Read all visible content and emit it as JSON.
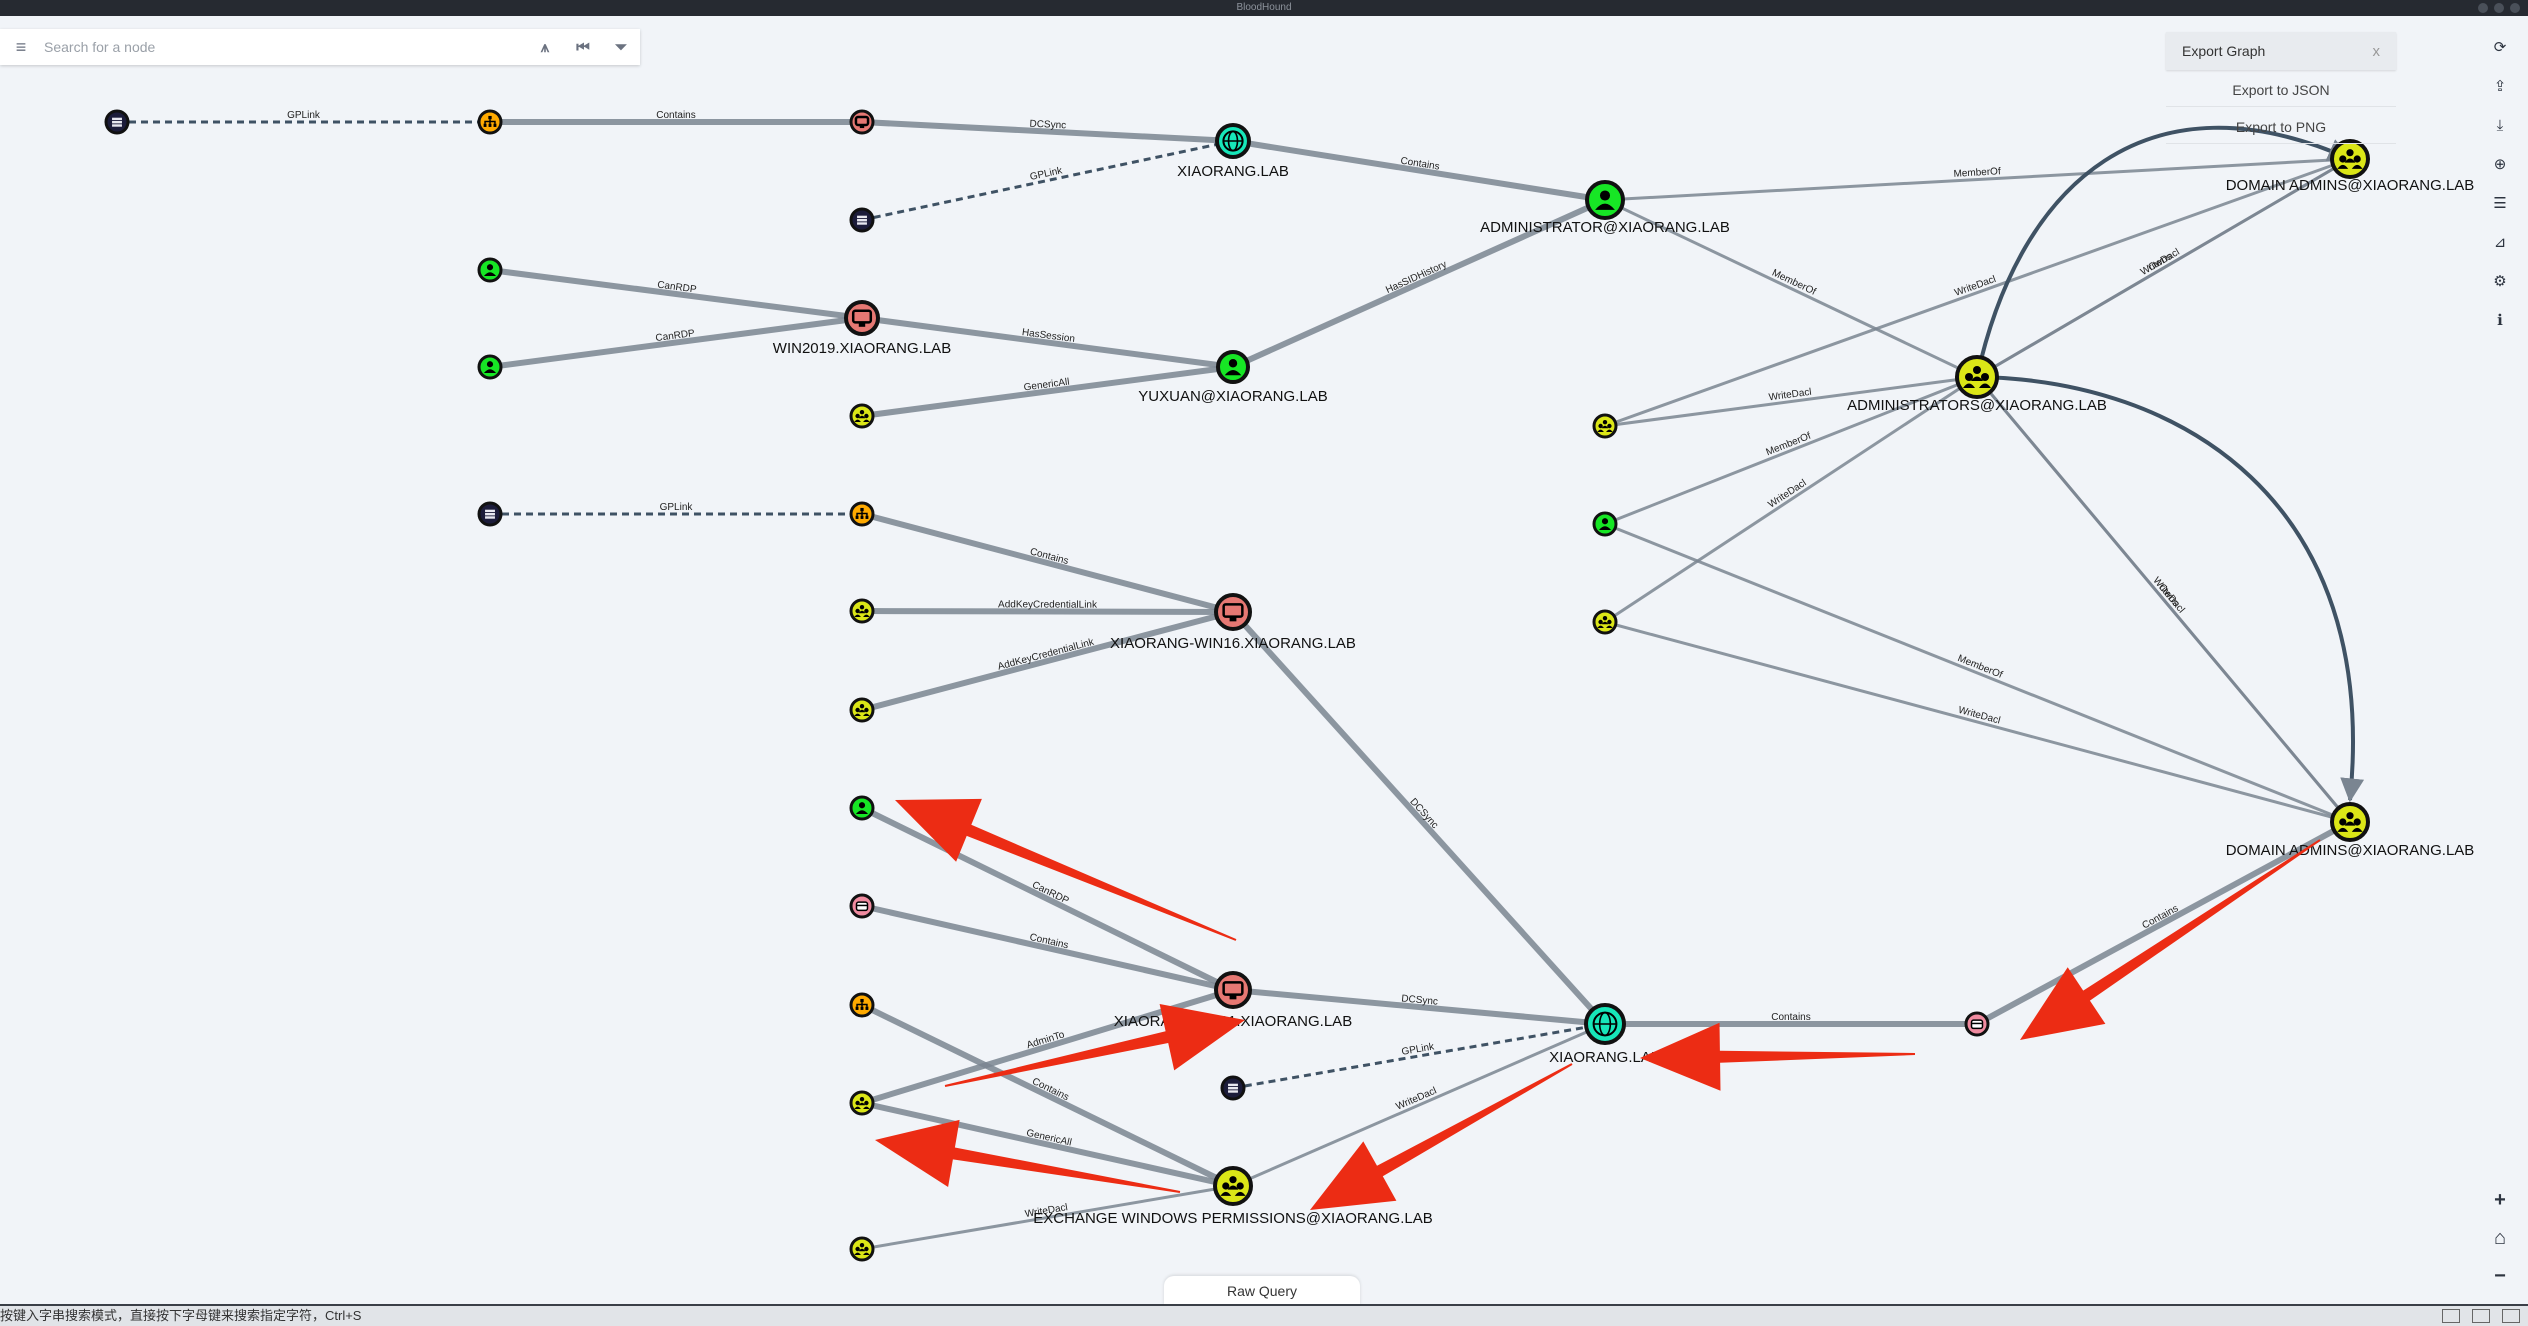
{
  "window": {
    "title": "BloodHound"
  },
  "search": {
    "placeholder": "Search for a node"
  },
  "export": {
    "title": "Export Graph",
    "close": "x",
    "json": "Export to JSON",
    "png": "Export to PNG"
  },
  "raw_query": "Raw Query",
  "status_text": "按键入字串搜索模式，直接按下字母键来搜索指定字符，Ctrl+S",
  "colors": {
    "user": "#17e625",
    "group": "#dbe617",
    "computer": "#e67873",
    "domain": "#17e6b9",
    "gpo": "#998e8e",
    "ou": "#ffaa00",
    "container": "#f79ff6",
    "edge": "#7a8591",
    "arrow": "#ec2c14"
  },
  "nodes": [
    {
      "id": "g1",
      "type": "gpo",
      "label": ""
    },
    {
      "id": "ou1",
      "type": "ou",
      "label": ""
    },
    {
      "id": "c1",
      "type": "computer",
      "label": ""
    },
    {
      "id": "g2",
      "type": "gpo",
      "label": ""
    },
    {
      "id": "dom1",
      "type": "domain",
      "label": "XIAORANG.LAB"
    },
    {
      "id": "admin",
      "type": "user",
      "label": "ADMINISTRATOR@XIAORANG.LAB"
    },
    {
      "id": "da1",
      "type": "group",
      "label": "DOMAIN ADMINS@XIAORANG.LAB"
    },
    {
      "id": "u1",
      "type": "user",
      "label": ""
    },
    {
      "id": "u2",
      "type": "user",
      "label": ""
    },
    {
      "id": "win2019",
      "type": "computer",
      "label": "WIN2019.XIAORANG.LAB"
    },
    {
      "id": "yuxuan",
      "type": "user",
      "label": "YUXUAN@XIAORANG.LAB"
    },
    {
      "id": "grp1",
      "type": "group",
      "label": ""
    },
    {
      "id": "admins",
      "type": "group",
      "label": "ADMINISTRATORS@XIAORANG.LAB"
    },
    {
      "id": "grpR1",
      "type": "group",
      "label": ""
    },
    {
      "id": "uR1",
      "type": "user",
      "label": ""
    },
    {
      "id": "grpR2",
      "type": "group",
      "label": ""
    },
    {
      "id": "g3",
      "type": "gpo",
      "label": ""
    },
    {
      "id": "ou2",
      "type": "ou",
      "label": ""
    },
    {
      "id": "grp2",
      "type": "group",
      "label": ""
    },
    {
      "id": "win16",
      "type": "computer",
      "label": "XIAORANG-WIN16.XIAORANG.LAB"
    },
    {
      "id": "grp3",
      "type": "group",
      "label": ""
    },
    {
      "id": "da2",
      "type": "group",
      "label": "DOMAIN ADMINS@XIAORANG.LAB"
    },
    {
      "id": "u3",
      "type": "user",
      "label": ""
    },
    {
      "id": "cont1",
      "type": "container",
      "label": ""
    },
    {
      "id": "ou3",
      "type": "ou",
      "label": ""
    },
    {
      "id": "grp4",
      "type": "group",
      "label": ""
    },
    {
      "id": "grp5",
      "type": "group",
      "label": ""
    },
    {
      "id": "dc",
      "type": "computer",
      "label": "XIAORANG-DC01.XIAORANG.LAB"
    },
    {
      "id": "dom2",
      "type": "domain",
      "label": "XIAORANG.LAB"
    },
    {
      "id": "g4",
      "type": "gpo",
      "label": ""
    },
    {
      "id": "ewp",
      "type": "group",
      "label": "EXCHANGE WINDOWS PERMISSIONS@XIAORANG.LAB"
    },
    {
      "id": "cont2",
      "type": "container",
      "label": ""
    }
  ],
  "edges": [
    {
      "from": "g1",
      "to": "ou1",
      "label": "GPLink",
      "dashed": true
    },
    {
      "from": "ou1",
      "to": "c1",
      "label": "Contains"
    },
    {
      "from": "c1",
      "to": "dom1",
      "label": "DCSync"
    },
    {
      "from": "g2",
      "to": "dom1",
      "label": "GPLink",
      "dashed": true
    },
    {
      "from": "dom1",
      "to": "admin",
      "label": "Contains"
    },
    {
      "from": "admin",
      "to": "da1",
      "label": "MemberOf"
    },
    {
      "from": "admin",
      "to": "admins",
      "label": "MemberOf"
    },
    {
      "from": "u1",
      "to": "win2019",
      "label": "CanRDP"
    },
    {
      "from": "u2",
      "to": "win2019",
      "label": "CanRDP"
    },
    {
      "from": "win2019",
      "to": "yuxuan",
      "label": "HasSession"
    },
    {
      "from": "grp1",
      "to": "yuxuan",
      "label": "GenericAll"
    },
    {
      "from": "yuxuan",
      "to": "admin",
      "label": "HasSIDHistory"
    },
    {
      "from": "admins",
      "to": "da1",
      "label": "WriteDacl"
    },
    {
      "from": "admins",
      "to": "da1",
      "label": "Owns"
    },
    {
      "from": "grpR1",
      "to": "da1",
      "label": "WriteDacl"
    },
    {
      "from": "grpR1",
      "to": "admins",
      "label": "WriteDacl"
    },
    {
      "from": "uR1",
      "to": "admins",
      "label": "MemberOf"
    },
    {
      "from": "grpR2",
      "to": "admins",
      "label": "WriteDacl"
    },
    {
      "from": "uR1",
      "to": "da2",
      "label": "MemberOf"
    },
    {
      "from": "grpR2",
      "to": "da2",
      "label": "WriteDacl"
    },
    {
      "from": "admins",
      "to": "da2",
      "label": "WriteDacl"
    },
    {
      "from": "admins",
      "to": "da2",
      "label": "Owns"
    },
    {
      "from": "g3",
      "to": "ou2",
      "label": "GPLink",
      "dashed": true
    },
    {
      "from": "ou2",
      "to": "win16",
      "label": "Contains"
    },
    {
      "from": "grp2",
      "to": "win16",
      "label": "AddKeyCredentialLink"
    },
    {
      "from": "grp3",
      "to": "win16",
      "label": "AddKeyCredentialLink"
    },
    {
      "from": "win16",
      "to": "dom2",
      "label": "DCSync"
    },
    {
      "from": "u3",
      "to": "dc",
      "label": "CanRDP"
    },
    {
      "from": "cont1",
      "to": "dc",
      "label": "Contains"
    },
    {
      "from": "grp4",
      "to": "dc",
      "label": "AdminTo"
    },
    {
      "from": "ou3",
      "to": "ewp",
      "label": "Contains"
    },
    {
      "from": "grp4",
      "to": "ewp",
      "label": "GenericAll"
    },
    {
      "from": "grp5",
      "to": "ewp",
      "label": "WriteDacl"
    },
    {
      "from": "dc",
      "to": "dom2",
      "label": "DCSync"
    },
    {
      "from": "g4",
      "to": "dom2",
      "label": "GPLink",
      "dashed": true
    },
    {
      "from": "ewp",
      "to": "dom2",
      "label": "WriteDacl"
    },
    {
      "from": "dom2",
      "to": "cont2",
      "label": "Contains"
    },
    {
      "from": "cont2",
      "to": "da2",
      "label": "Contains"
    }
  ]
}
